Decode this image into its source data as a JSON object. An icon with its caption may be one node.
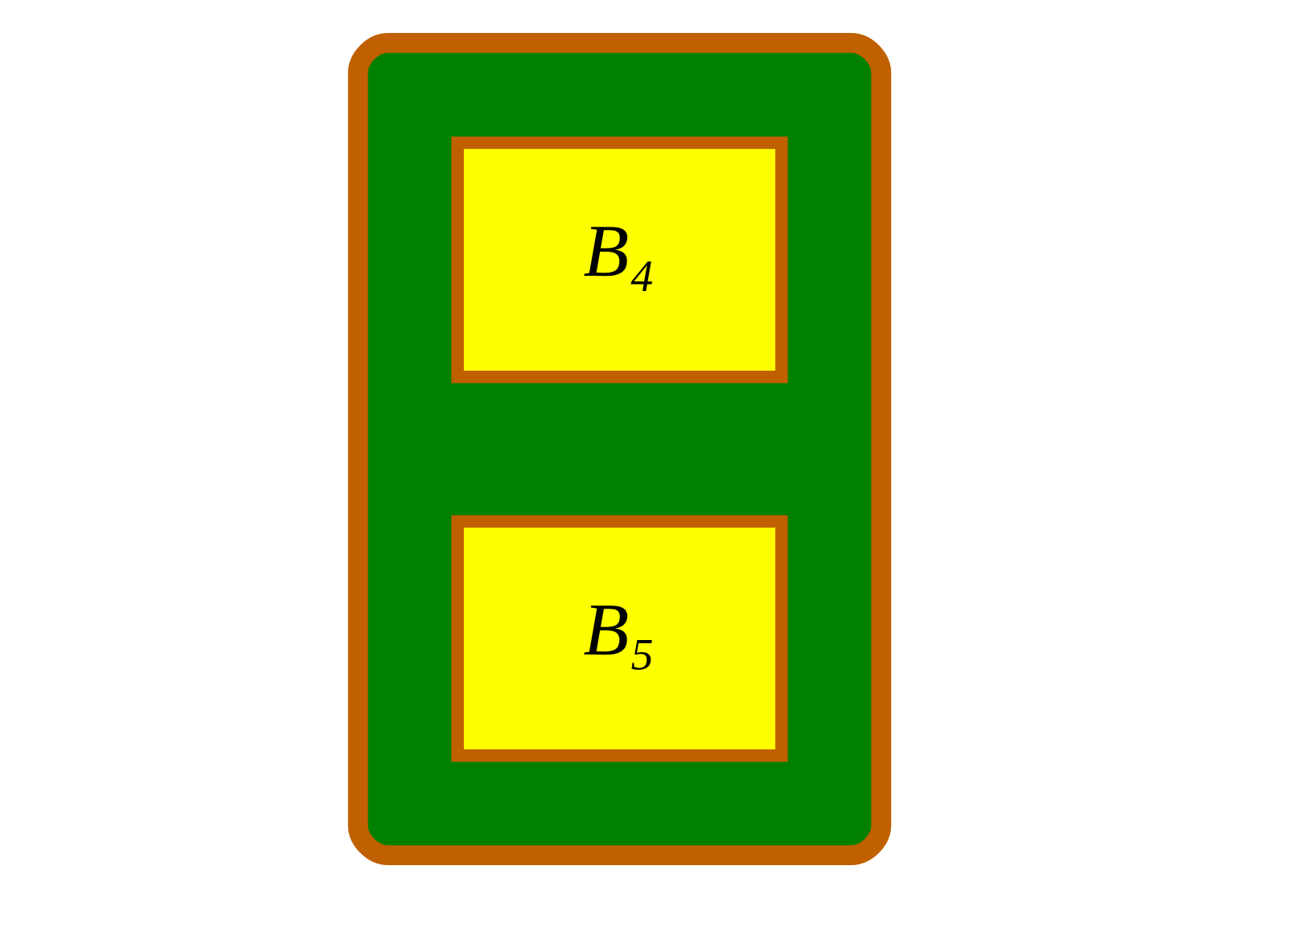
{
  "diagram": {
    "nodes": [
      {
        "text": [],
        "shape": "blob"
      },
      {
        "text": [
          "B₄"
        ],
        "in": 0
      },
      {
        "text": [
          "B₅"
        ],
        "in": 0
      }
    ],
    "edges": []
  }
}
